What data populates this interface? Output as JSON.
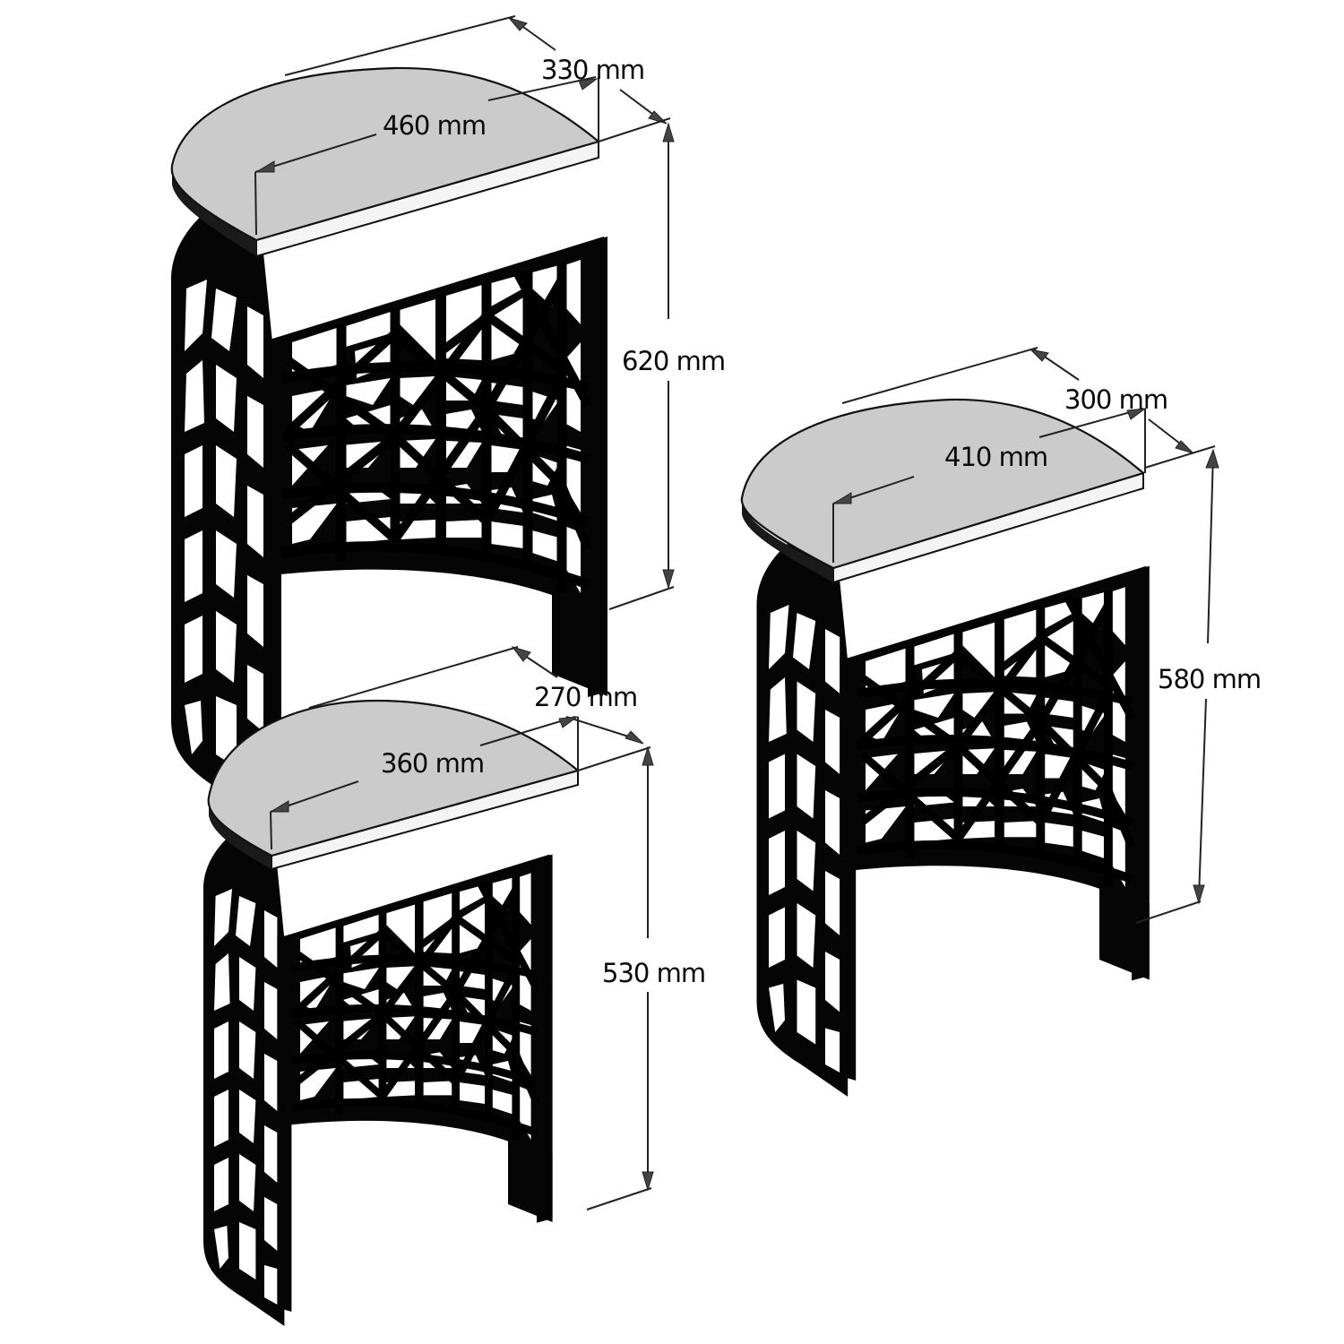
{
  "diagram": {
    "type": "product-dimension-drawing",
    "subject": "set of three nesting half-moon side tables with black geometric lattice frame",
    "colors": {
      "background": "#ffffff",
      "tabletop": "#cbcbcb",
      "tabletop_edge": "#f4f4f4",
      "frame": "#050505",
      "dimension_lines": "#222222",
      "arrowheads": "#444444"
    },
    "unit": "mm"
  },
  "tables": [
    {
      "id": "large",
      "position": "top-left",
      "depth_label": "330 mm",
      "width_label": "460 mm",
      "height_label": "620 mm",
      "depth_mm": 330,
      "width_mm": 460,
      "height_mm": 620
    },
    {
      "id": "medium",
      "position": "right",
      "depth_label": "300 mm",
      "width_label": "410 mm",
      "height_label": "580 mm",
      "depth_mm": 300,
      "width_mm": 410,
      "height_mm": 580
    },
    {
      "id": "small",
      "position": "bottom-left",
      "depth_label": "270 mm",
      "width_label": "360 mm",
      "height_label": "530 mm",
      "depth_mm": 270,
      "width_mm": 360,
      "height_mm": 530
    }
  ]
}
